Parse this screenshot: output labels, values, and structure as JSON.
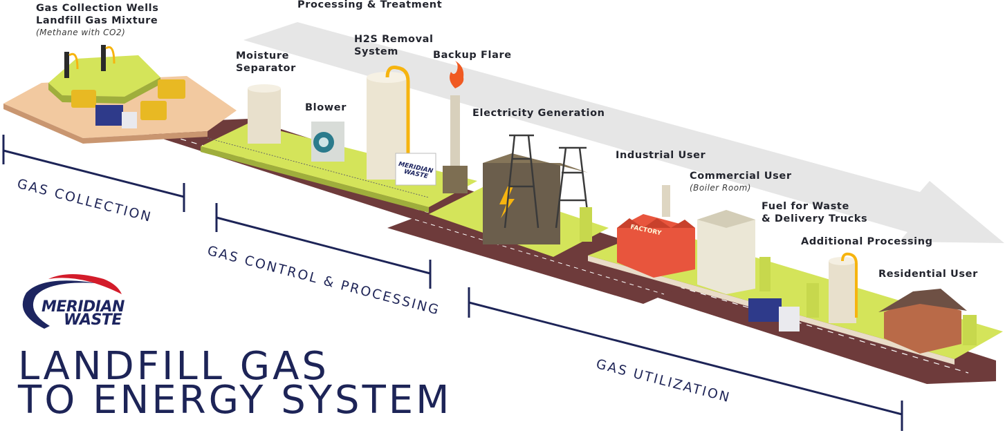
{
  "labels": {
    "gas_wells_line1": "Gas Collection Wells",
    "gas_wells_line2": "Landfill Gas Mixture",
    "gas_wells_sub": "(Methane with CO2)",
    "processing": "Processing & Treatment",
    "h2s_line1": "H2S Removal",
    "h2s_line2": "System",
    "moisture_line1": "Moisture",
    "moisture_line2": "Separator",
    "backup_flare": "Backup Flare",
    "blower": "Blower",
    "electricity": "Electricity Generation",
    "industrial": "Industrial User",
    "commercial": "Commercial User",
    "commercial_sub": "(Boiler Room)",
    "fuel_line1": "Fuel for Waste",
    "fuel_line2": "& Delivery Trucks",
    "additional": "Additional Processing",
    "residential": "Residential User",
    "factory_sign": "FACTORY"
  },
  "stages": {
    "collection": "GAS COLLECTION",
    "control": "GAS CONTROL & PROCESSING",
    "utilization": "GAS UTILIZATION"
  },
  "logo": {
    "line1": "MERIDIAN",
    "line2": "WASTE",
    "sign_line1": "MERIDIAN",
    "sign_line2": "WASTE"
  },
  "title": {
    "line1": "LANDFILL GAS",
    "line2": "TO ENERGY SYSTEM"
  },
  "colors": {
    "navy": "#1d2457",
    "grass": "#d4e45a",
    "road": "#6e3a3a",
    "sand": "#f2c9a0",
    "arrow": "#e6e6e6",
    "brick": "#e8553d"
  }
}
